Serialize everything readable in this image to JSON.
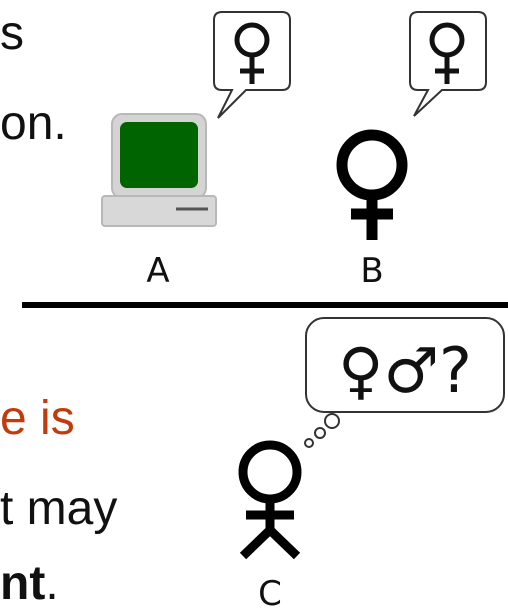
{
  "slide_text": {
    "line1_end": "s",
    "line2_end": "on.",
    "line3_end": "e is",
    "line4_end": "t may",
    "line5_end": "nt",
    "line5_period": "."
  },
  "labels": {
    "a": "A",
    "b": "B",
    "c": "C"
  },
  "thought_bubble": {
    "symbols": "♀♂?"
  },
  "colors": {
    "monitor_screen": "#006400",
    "monitor_frame": "#d4d4d4",
    "highlight_text": "#c23b0c",
    "ink": "#111111"
  },
  "icons": {
    "speech_bubble_a_symbol": "female-symbol",
    "speech_bubble_b_symbol": "female-symbol",
    "person_b": "female-symbol",
    "person_c": "stick-figure-female",
    "machine_a": "computer-icon"
  }
}
